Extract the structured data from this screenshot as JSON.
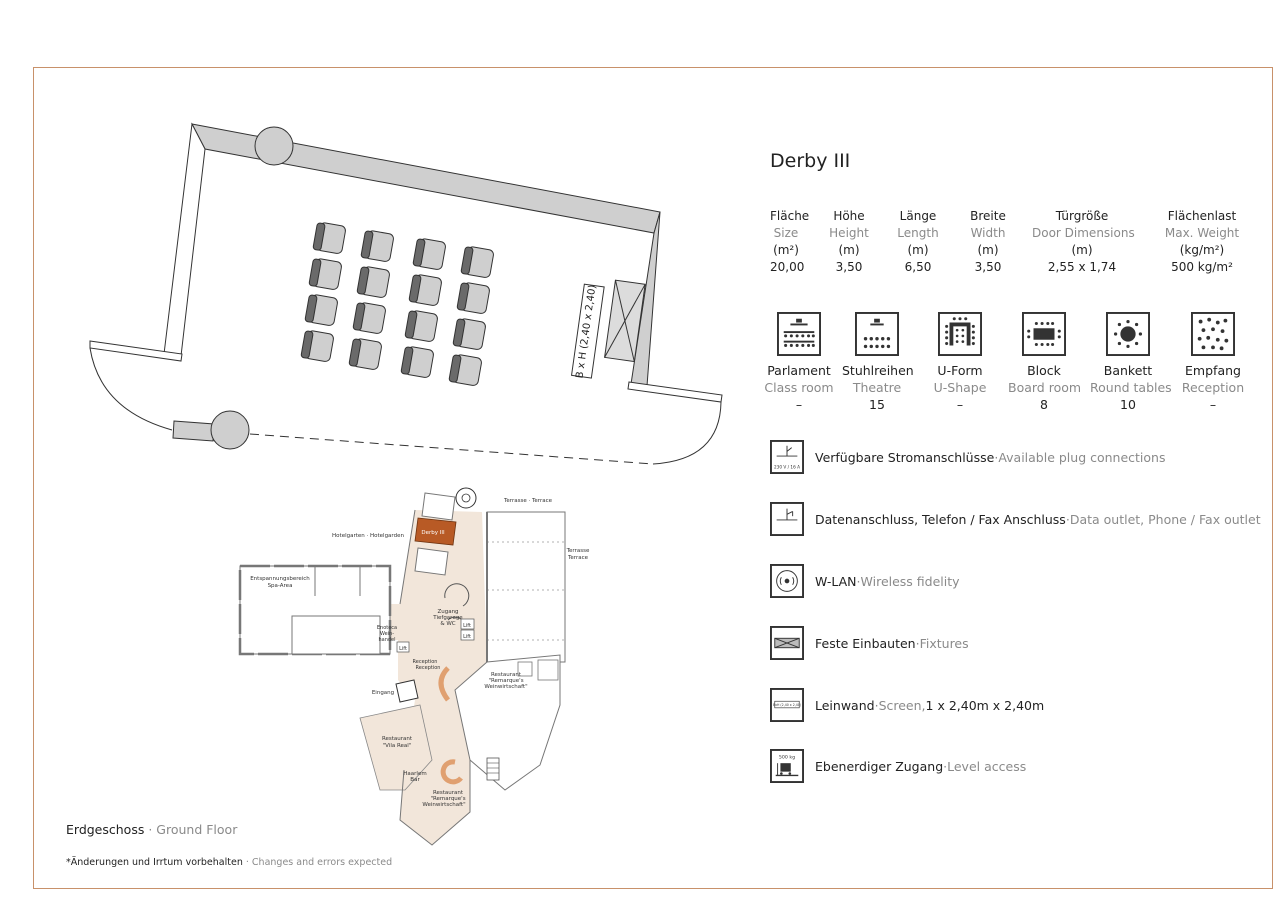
{
  "room_title": "Derby III",
  "specs": [
    {
      "de": "Fläche",
      "en": "Size",
      "unit": "(m²)",
      "value": "20,00"
    },
    {
      "de": "Höhe",
      "en": "Height",
      "unit": "(m)",
      "value": "3,50"
    },
    {
      "de": "Länge",
      "en": "Length",
      "unit": "(m)",
      "value": "6,50"
    },
    {
      "de": "Breite",
      "en": "Width",
      "unit": "(m)",
      "value": "3,50"
    },
    {
      "de": "Türgröße",
      "en": "Door Dimensions",
      "unit": "(m)",
      "value": "2,55 x 1,74"
    },
    {
      "de": "Flächenlast",
      "en": "Max. Weight",
      "unit": "(kg/m²)",
      "value": "500 kg/m²"
    }
  ],
  "setups": [
    {
      "de": "Parlament",
      "en": "Class room",
      "value": "–",
      "icon": "classroom-setup-icon"
    },
    {
      "de": "Stuhlreihen",
      "en": "Theatre",
      "value": "15",
      "icon": "theatre-setup-icon"
    },
    {
      "de": "U-Form",
      "en": "U-Shape",
      "value": "–",
      "icon": "u-shape-setup-icon"
    },
    {
      "de": "Block",
      "en": "Board room",
      "value": "8",
      "icon": "boardroom-setup-icon"
    },
    {
      "de": "Bankett",
      "en": "Round tables",
      "value": "10",
      "icon": "banquet-setup-icon"
    },
    {
      "de": "Empfang",
      "en": "Reception",
      "value": "–",
      "icon": "reception-setup-icon"
    }
  ],
  "features": [
    {
      "de": "Verfügbare Stromanschlüsse",
      "sep": " · ",
      "en": "Available plug connections",
      "icon": "power-plug-icon",
      "icon_text": "230 V / 16 A"
    },
    {
      "de": "Datenanschluss, Telefon / Fax Anschluss",
      "sep": " · ",
      "en": "Data outlet, Phone / Fax outlet",
      "icon": "data-outlet-icon"
    },
    {
      "de": "W-LAN",
      "sep": " · ",
      "en": "Wireless fidelity",
      "icon": "wifi-icon"
    },
    {
      "de": "Feste Einbauten",
      "sep": " · ",
      "en": "Fixtures",
      "icon": "fixtures-icon"
    },
    {
      "de": "Leinwand",
      "sep": " · ",
      "en": "Screen,",
      "extra": " 1 x 2,40m x 2,40m",
      "icon": "screen-icon",
      "icon_text": "BxH (2,40 x 2,40)"
    },
    {
      "de": "Ebenerdiger Zugang",
      "sep": " · ",
      "en": "Level access",
      "icon": "level-access-icon",
      "icon_text": "500 kg"
    }
  ],
  "floorplan": {
    "screen_label": "B x H (2,40 x 2,40)"
  },
  "building_plan": {
    "labels": {
      "terrace_top": "Terrasse · Terrace",
      "terrace_right_de": "Terrasse",
      "terrace_right_en": "Terrace",
      "hotelgarden": "Hotelgarten · Hotelgarden",
      "derby": "Derby III",
      "spa_de": "Entspannungsbereich",
      "spa_en": "Spa-Area",
      "zugang1": "Zugang",
      "zugang2": "Tiefgarage",
      "zugang3": "& WC",
      "enoteca1": "Enoteca",
      "enoteca2": "Wein-",
      "enoteca3": "handel",
      "lift": "Lift",
      "reception_de": "Reception",
      "reception_en": "Reception",
      "rest1_a": "Restaurant",
      "rest1_b": "\"Remarque's",
      "rest1_c": "Weinwirtschaft\"",
      "eingang": "Eingang",
      "vila_a": "Restaurant",
      "vila_b": "\"Vila Real\"",
      "haarlem_a": "Haarlem",
      "haarlem_b": "Bar",
      "rest2_a": "Restaurant",
      "rest2_b": "\"Remarque's",
      "rest2_c": "Weinwirtschaft\""
    }
  },
  "footer": {
    "floor_de": "Erdgeschoss",
    "floor_sep": " · ",
    "floor_en": "Ground Floor",
    "note_de": "*Änderungen und Irrtum vorbehalten",
    "note_sep": " · ",
    "note_en": "Changes and errors expected"
  },
  "colors": {
    "frame": "#c8916a",
    "highlight_room": "#b85a25",
    "corridor": "#f2e6da",
    "wall": "#cfcfcf"
  }
}
